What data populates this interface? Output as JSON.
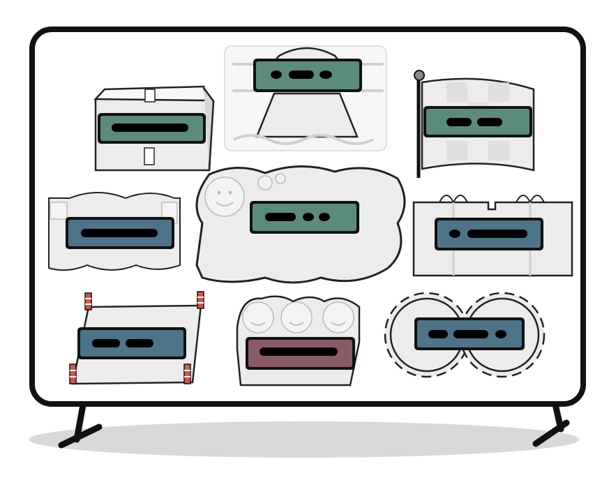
{
  "colors": {
    "green": "#5b8c7b",
    "blue": "#4e7489",
    "mauve": "#8a5c68",
    "ink": "#111111",
    "board": "#ffffff",
    "shape_fill": "#ececec",
    "shadow": "#d9d9d9",
    "redaction": "#000000"
  },
  "cards": [
    {
      "id": "box",
      "icon": "cardboard-box-icon",
      "label_color": "green",
      "redaction": "bar"
    },
    {
      "id": "ufo",
      "icon": "ufo-beam-icon",
      "label_color": "green",
      "redaction": "dot-dash-dot"
    },
    {
      "id": "flag",
      "icon": "waving-flag-icon",
      "label_color": "green",
      "redaction": "dash-dash"
    },
    {
      "id": "cloud-panel",
      "icon": "cloud-panel-icon",
      "label_color": "blue",
      "redaction": "bar"
    },
    {
      "id": "thought",
      "icon": "thought-bubble-icon",
      "label_color": "green",
      "redaction": "dash-dot-dot"
    },
    {
      "id": "gift",
      "icon": "gift-boxes-icon",
      "label_color": "blue",
      "redaction": "dot-bar"
    },
    {
      "id": "banner",
      "icon": "poles-banner-icon",
      "label_color": "blue",
      "redaction": "dash-dash"
    },
    {
      "id": "people",
      "icon": "people-group-icon",
      "label_color": "mauve",
      "redaction": "bar"
    },
    {
      "id": "gears",
      "icon": "gears-icon",
      "label_color": "blue",
      "redaction": "dash-bar-dot"
    }
  ]
}
